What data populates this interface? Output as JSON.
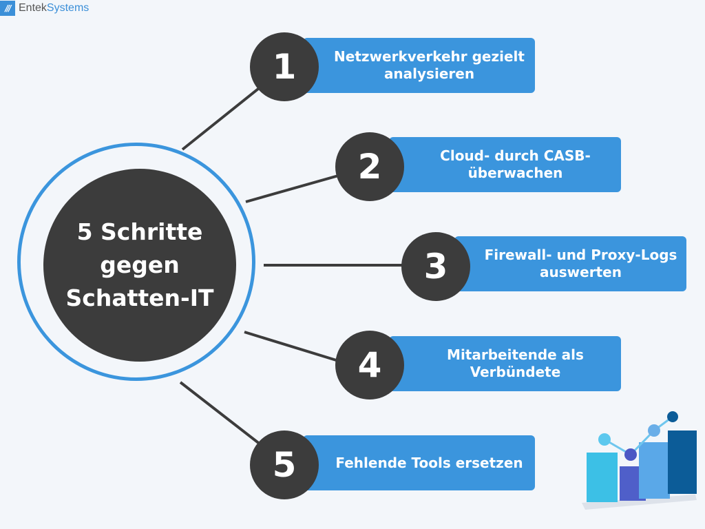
{
  "logo": {
    "part1": "Entek",
    "part2": "Systems"
  },
  "center_title": "5 Schritte gegen Schatten-IT",
  "steps": [
    {
      "number": "1",
      "label": "Netzwerkverkehr gezielt analysieren"
    },
    {
      "number": "2",
      "label": "Cloud- durch CASB-überwachen"
    },
    {
      "number": "3",
      "label": "Firewall- und Proxy-Logs auswerten"
    },
    {
      "number": "4",
      "label": "Mitarbeitende als Verbündete"
    },
    {
      "number": "5",
      "label": "Fehlende Tools ersetzen"
    }
  ],
  "colors": {
    "accent": "#3b95dd",
    "dark": "#3c3c3c",
    "background": "#f3f6fa"
  }
}
